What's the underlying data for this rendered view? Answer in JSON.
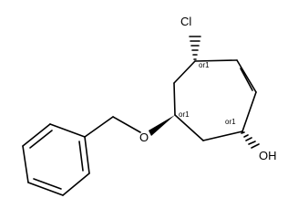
{
  "molecule": {
    "atoms": {
      "chlorine": "Cl",
      "oxygen": "O",
      "hydroxyl": "OH"
    },
    "stereo_descriptors": {
      "c_cl": "or1",
      "c_obn": "or1",
      "c_oh": "or1"
    }
  }
}
